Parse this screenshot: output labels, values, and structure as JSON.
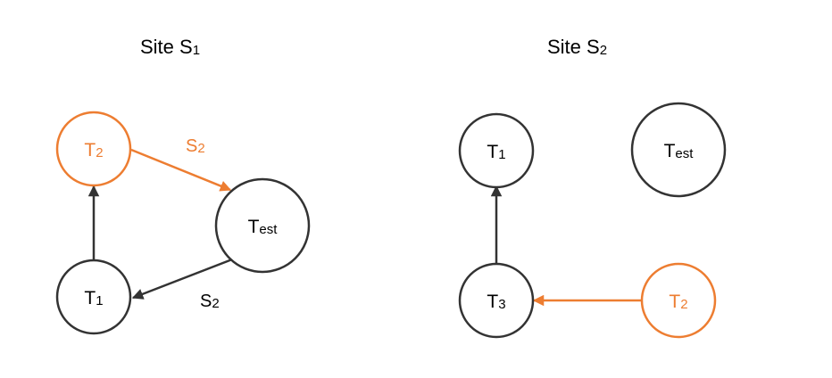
{
  "colors": {
    "dark": "#333333",
    "accent": "#ED7D31",
    "text": "#000000"
  },
  "site1": {
    "title": {
      "main": "Site S",
      "sub": "1"
    },
    "nodes": {
      "t2": {
        "main": "T",
        "sub": "2"
      },
      "test": {
        "main": "T",
        "sub": "est"
      },
      "t1": {
        "main": "T",
        "sub": "1"
      }
    },
    "edge_labels": {
      "t2_to_test": {
        "main": "S",
        "sub": "2"
      },
      "test_to_t1": {
        "main": "S",
        "sub": "2"
      }
    }
  },
  "site2": {
    "title": {
      "main": "Site S",
      "sub": "2"
    },
    "nodes": {
      "t1": {
        "main": "T",
        "sub": "1"
      },
      "test": {
        "main": "T",
        "sub": "est"
      },
      "t3": {
        "main": "T",
        "sub": "3"
      },
      "t2": {
        "main": "T",
        "sub": "2"
      }
    }
  }
}
